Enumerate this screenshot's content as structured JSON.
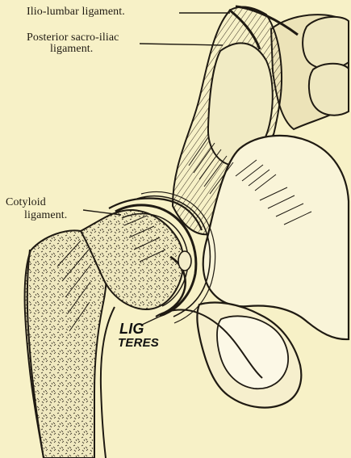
{
  "labels": {
    "ilio_lumbar": "Ilio-lumbar ligament.",
    "posterior_line1": "Posterior    sacro-iliac",
    "posterior_line2": "ligament.",
    "cotyloid_line1": "Cotyloid",
    "cotyloid_line2": "ligament.",
    "lig": "LIG",
    "teres": "TERES"
  },
  "colors": {
    "paper": "#f7f1c7",
    "ink": "#1f1a12"
  }
}
